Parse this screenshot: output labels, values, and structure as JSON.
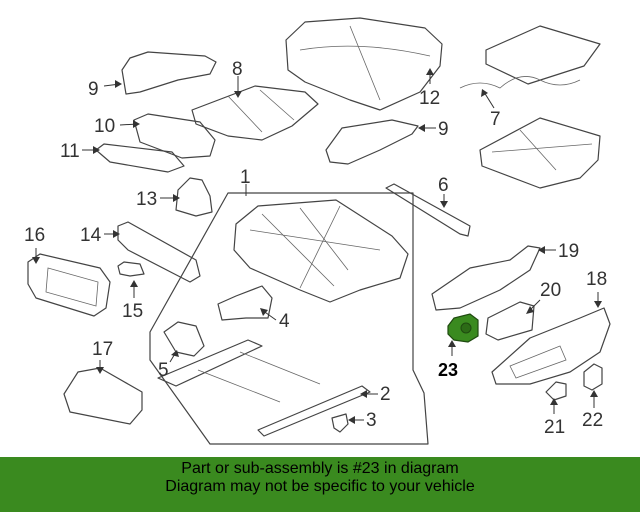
{
  "diagram": {
    "callouts": [
      "9",
      "8",
      "12",
      "7",
      "10",
      "11",
      "9",
      "13",
      "1",
      "6",
      "16",
      "14",
      "19",
      "15",
      "4",
      "18",
      "20",
      "5",
      "17",
      "2",
      "3",
      "23",
      "21",
      "22"
    ],
    "highlighted_part": "23",
    "highlight_color": "#3a8a1f"
  },
  "banner": {
    "line1": "Part or sub-assembly is #23 in diagram",
    "line2": "Diagram may not be specific to your vehicle",
    "background": "#3a8a1f"
  }
}
